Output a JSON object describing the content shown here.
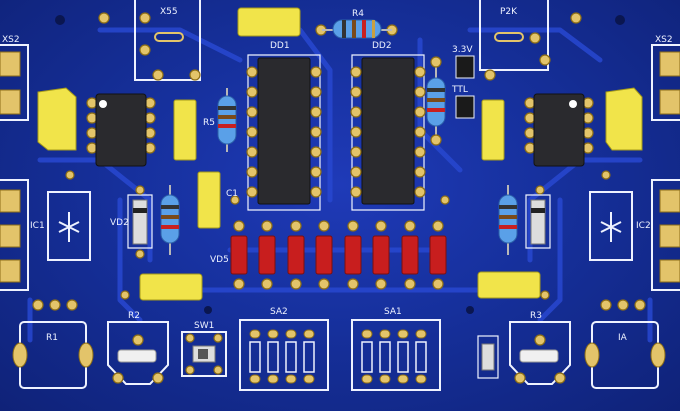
{
  "board": {
    "colors": {
      "substrate": "#16309c",
      "silkscreen": "#eef2ff",
      "pad": "#e3c46a",
      "ic_body": "#2a2a2e",
      "film_cap": "#f1e44a",
      "diode": "#c81e1e",
      "resistor": "#5aa0e8"
    },
    "labels": {
      "x55": "X55",
      "r4": "R4",
      "p2k": "P2K",
      "dd1": "DD1",
      "dd2": "DD2",
      "r5": "R5",
      "j3v": "3.3V",
      "ttl": "TTL",
      "vd2": "VD2",
      "vd5": "VD5",
      "sa2": "SA2",
      "sa1": "SA1",
      "sw1": "SW1",
      "r1": "R1",
      "r2": "R2",
      "r3": "R3",
      "ia": "IA",
      "ic1": "IC1",
      "ic2": "IC2",
      "c1": "C1",
      "xs2_left": "XS2",
      "xs2_right": "XS2"
    }
  }
}
